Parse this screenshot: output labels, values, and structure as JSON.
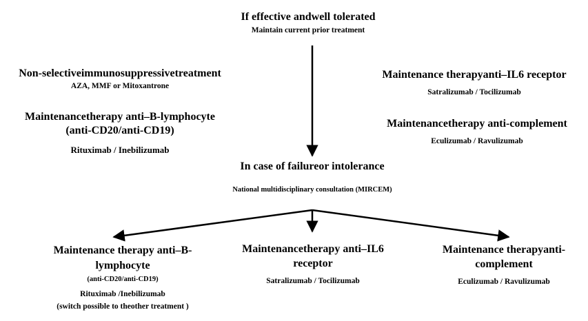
{
  "top": {
    "title": "If effective andwell tolerated",
    "subtitle": "Maintain current prior treatment"
  },
  "left_options": {
    "nonselective_title": "Non-selectiveimmunosuppressivetreatment",
    "nonselective_drugs": "AZA, MMF or Mitoxantrone",
    "antiB_title_line1": "Maintenancetherapy anti–B-lymphocyte",
    "antiB_title_line2": "(anti-CD20/anti-CD19)",
    "antiB_drugs": "Rituximab / Inebilizumab"
  },
  "right_options": {
    "il6_title": "Maintenance therapyanti–IL6 receptor",
    "il6_drugs": "Satralizumab / Tocilizumab",
    "complement_title": "Maintenancetherapy anti-complement",
    "complement_drugs": "Eculizumab / Ravulizumab"
  },
  "middle": {
    "failure_title": "In case of failureor intolerance",
    "consultation": "National multidisciplinary consultation (MIRCEM)"
  },
  "bottom": {
    "left_title_line1": "Maintenance  therapy  anti–B-",
    "left_title_line2": "lymphocyte",
    "left_sub": "(anti-CD20/anti-CD19)",
    "left_drugs": "Rituximab /Inebilizumab",
    "left_note": "(switch possible to theother treatment )",
    "center_title_line1": "Maintenancetherapy anti–IL6",
    "center_title_line2": "receptor",
    "center_drugs": "Satralizumab / Tocilizumab",
    "right_title_line1": "Maintenance therapyanti-",
    "right_title_line2": "complement",
    "right_drugs": "Eculizumab / Ravulizumab"
  }
}
